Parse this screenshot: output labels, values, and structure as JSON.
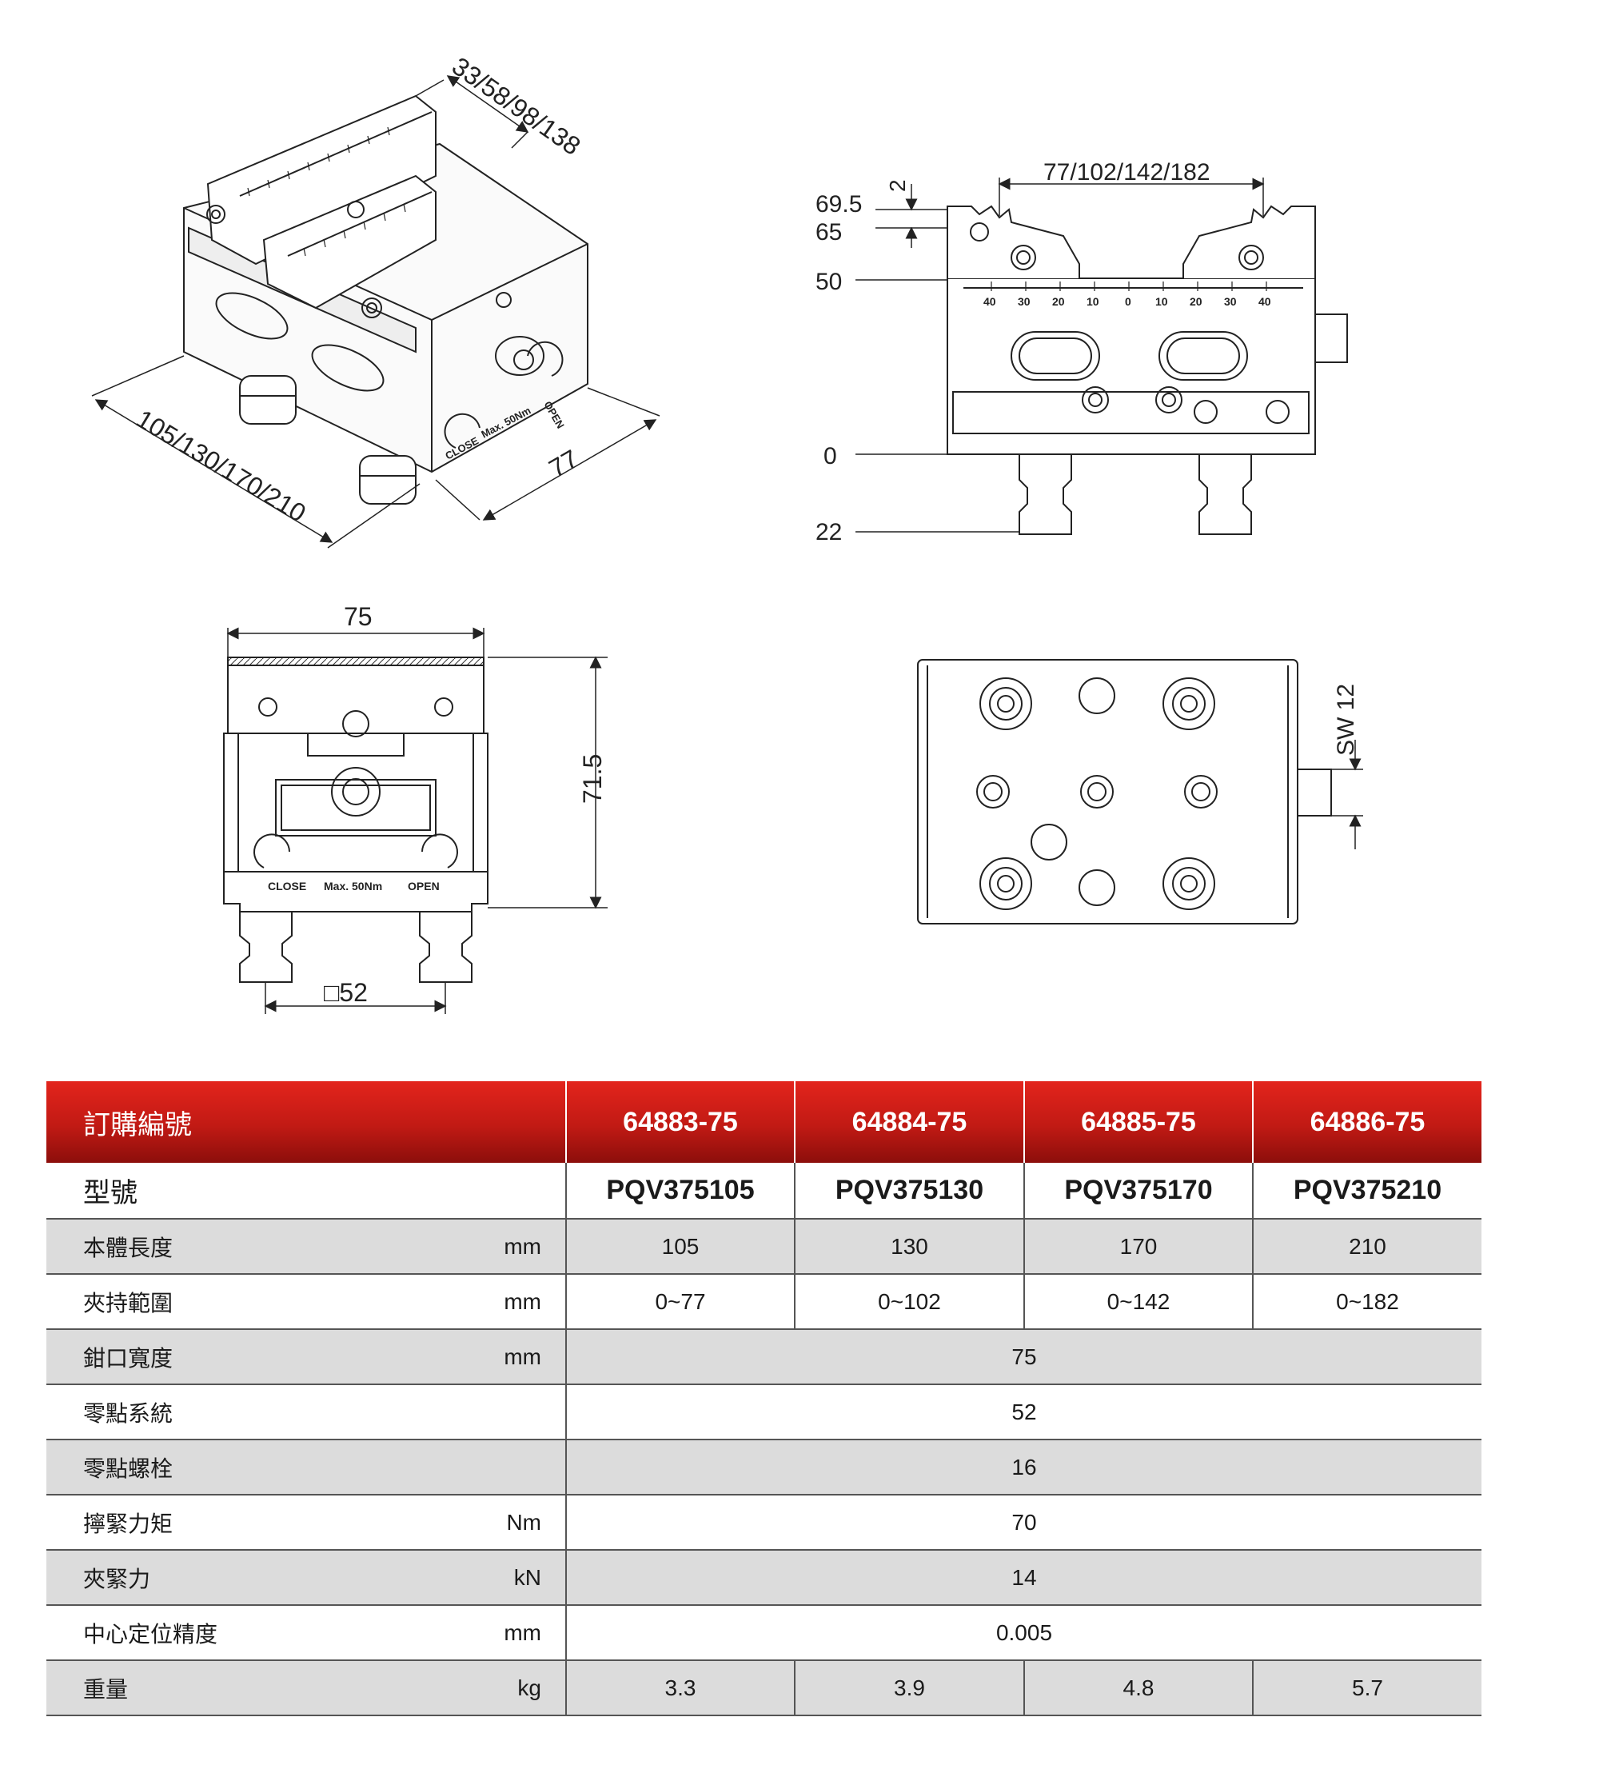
{
  "drawings": {
    "iso_view": {
      "jaw_open": "33/58/98/138",
      "body_length": "105/130/170/210",
      "depth": "77",
      "close_label": "CLOSE",
      "open_label": "OPEN",
      "torque_label": "Max. 50Nm"
    },
    "front_view": {
      "span": "77/102/142/182",
      "step": "2",
      "levels": [
        "69.5",
        "65",
        "50",
        "0",
        "22"
      ],
      "scale_ticks": [
        "40",
        "30",
        "20",
        "10",
        "0",
        "10",
        "20",
        "30",
        "40"
      ]
    },
    "side_view": {
      "width": "75",
      "height": "71.5",
      "pitch": "□52",
      "close_label": "CLOSE",
      "torque_label": "Max. 50Nm",
      "open_label": "OPEN"
    },
    "bottom_view": {
      "wrench": "SW 12"
    }
  },
  "table": {
    "header": {
      "label": "訂購編號",
      "codes": [
        "64883-75",
        "64884-75",
        "64885-75",
        "64886-75"
      ]
    },
    "model": {
      "label": "型號",
      "values": [
        "PQV375105",
        "PQV375130",
        "PQV375170",
        "PQV375210"
      ]
    },
    "rows": [
      {
        "label": "本體長度",
        "unit": "mm",
        "values": [
          "105",
          "130",
          "170",
          "210"
        ]
      },
      {
        "label": "夾持範圍",
        "unit": "mm",
        "values": [
          "0~77",
          "0~102",
          "0~142",
          "0~182"
        ]
      },
      {
        "label": "鉗口寬度",
        "unit": "mm",
        "value": "75"
      },
      {
        "label": "零點系統",
        "unit": "",
        "value": "52"
      },
      {
        "label": "零點螺栓",
        "unit": "",
        "value": "16"
      },
      {
        "label": "擰緊力矩",
        "unit": "Nm",
        "value": "70"
      },
      {
        "label": "夾緊力",
        "unit": "kN",
        "value": "14"
      },
      {
        "label": "中心定位精度",
        "unit": "mm",
        "value": "0.005"
      },
      {
        "label": "重量",
        "unit": "kg",
        "values": [
          "3.3",
          "3.9",
          "4.8",
          "5.7"
        ]
      }
    ]
  },
  "colors": {
    "header_red": "#c11a14",
    "shade": "#dcdcdc",
    "line": "#555555"
  }
}
